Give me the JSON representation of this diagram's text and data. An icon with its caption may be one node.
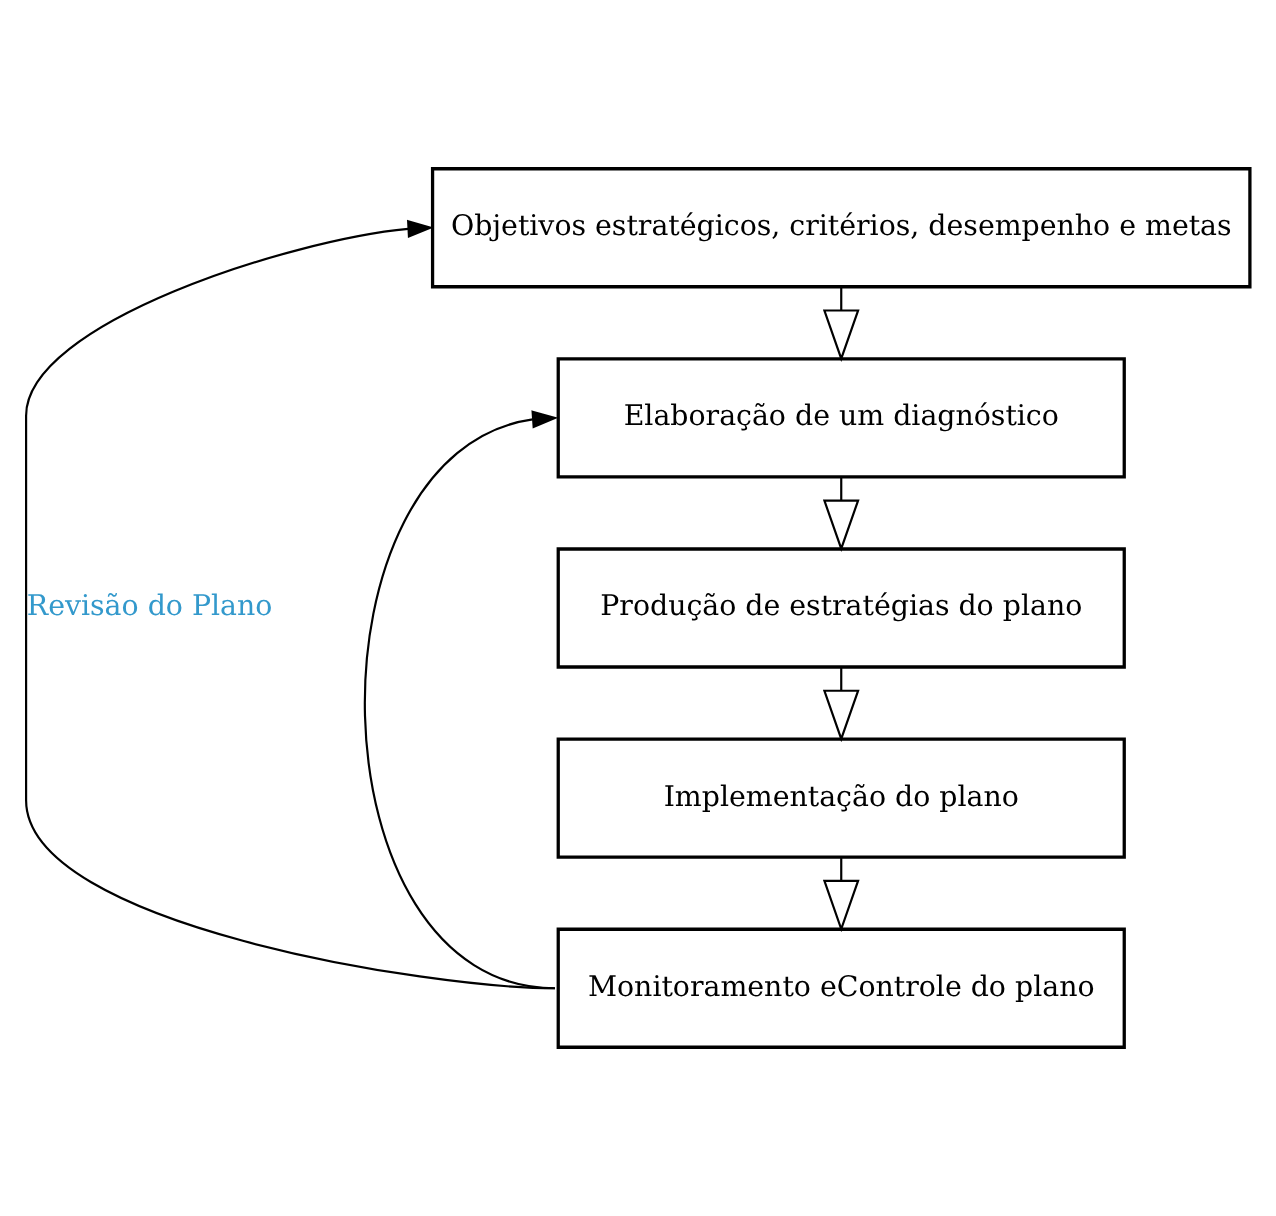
{
  "diagram": {
    "nodes": [
      {
        "text": [
          "Objetivos estratégicos, critérios, desempenho e metas"
        ]
      },
      {
        "text": [
          "Elaboração de um diagnóstico"
        ]
      },
      {
        "text": [
          "Produção de estratégias do plano"
        ]
      },
      {
        "text": [
          "Implementação do plano"
        ]
      },
      {
        "text": [
          "Monitoramento eControle do plano"
        ]
      }
    ],
    "edges": [
      {
        "from": 0,
        "to": 1,
        "arrow": "to"
      },
      {
        "from": 1,
        "to": 2,
        "arrow": "to"
      },
      {
        "from": 2,
        "to": 3,
        "arrow": "to"
      },
      {
        "from": 3,
        "to": 4,
        "arrow": "to"
      },
      {
        "from": 4,
        "to": 0,
        "arrow": "to",
        "label": "Revisão do Plano"
      },
      {
        "from": 4,
        "to": 1,
        "arrow": "to"
      }
    ]
  }
}
